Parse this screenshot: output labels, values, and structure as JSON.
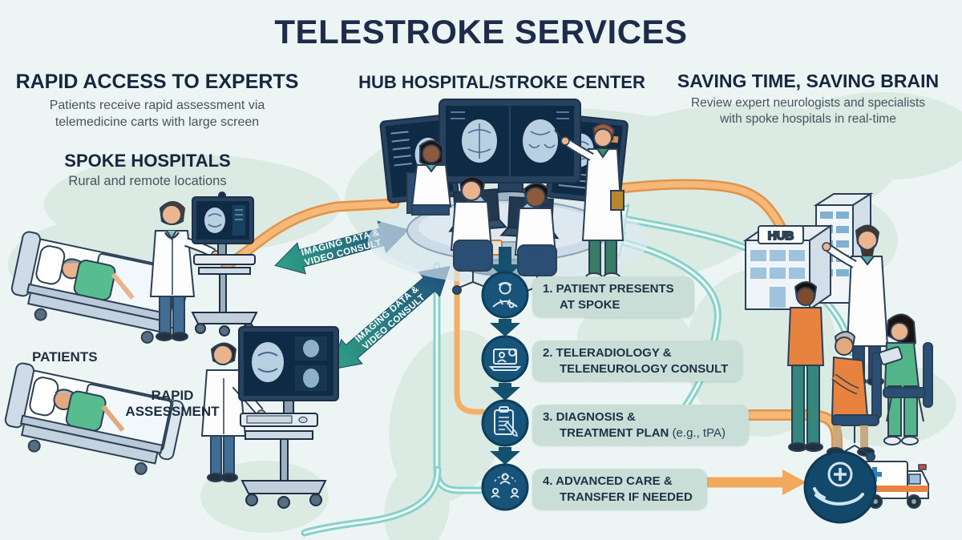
{
  "title": "TELESTROKE SERVICES",
  "header_left": {
    "heading": "RAPID ACCESS TO EXPERTS",
    "sub": [
      "Patients receive rapid assessment via",
      "telemedicine carts with large screen"
    ]
  },
  "header_center": {
    "heading": "HUB HOSPITAL/STROKE CENTER"
  },
  "header_right": {
    "heading": "SAVING TIME, SAVING BRAIN",
    "sub": [
      "Review expert neurologists and specialists",
      "with spoke hospitals in real-time"
    ]
  },
  "spoke": {
    "heading": "SPOKE HOSPITALS",
    "sub": "Rural and remote locations"
  },
  "labels": {
    "patients": "PATIENTS",
    "rapid_line1": "RAPID",
    "rapid_line2": "ASSESSMENT"
  },
  "flow_arrows": {
    "imaging_line1": "IMAGING DATA &",
    "imaging_line2": "VIDEO CONSULT"
  },
  "hub_building": {
    "sign": "HUB"
  },
  "steps": [
    {
      "icon": "clinician-icon",
      "line1": "1. PATIENT PRESENTS",
      "line2": "AT SPOKE",
      "suffix": ""
    },
    {
      "icon": "telemedicine-laptop-icon",
      "line1": "2. TELERADIOLOGY &",
      "line2": "TELENEUROLOGY CONSULT",
      "suffix": ""
    },
    {
      "icon": "clipboard-pen-icon",
      "line1": "3. DIAGNOSIS &",
      "line2": "TREATMENT PLAN",
      "suffix": "(e.g., tPA)"
    },
    {
      "icon": "care-team-network-icon",
      "line1": "4. ADVANCED CARE &",
      "line2": "TRANSFER IF NEEDED",
      "suffix": ""
    }
  ],
  "colors": {
    "background": "#ECF5F4",
    "title_navy": "#1D2C4B",
    "body_gray": "#46535F",
    "step_circle_blue": "#185379",
    "label_box_sage": "#C9DED6",
    "flow_teal": "#86D2CA",
    "flow_orange": "#F2A95C",
    "arrow_gradient_green": "#2FA184",
    "arrow_gradient_navy": "#1E4E7C",
    "hub_sign_red": "#C4462E"
  }
}
